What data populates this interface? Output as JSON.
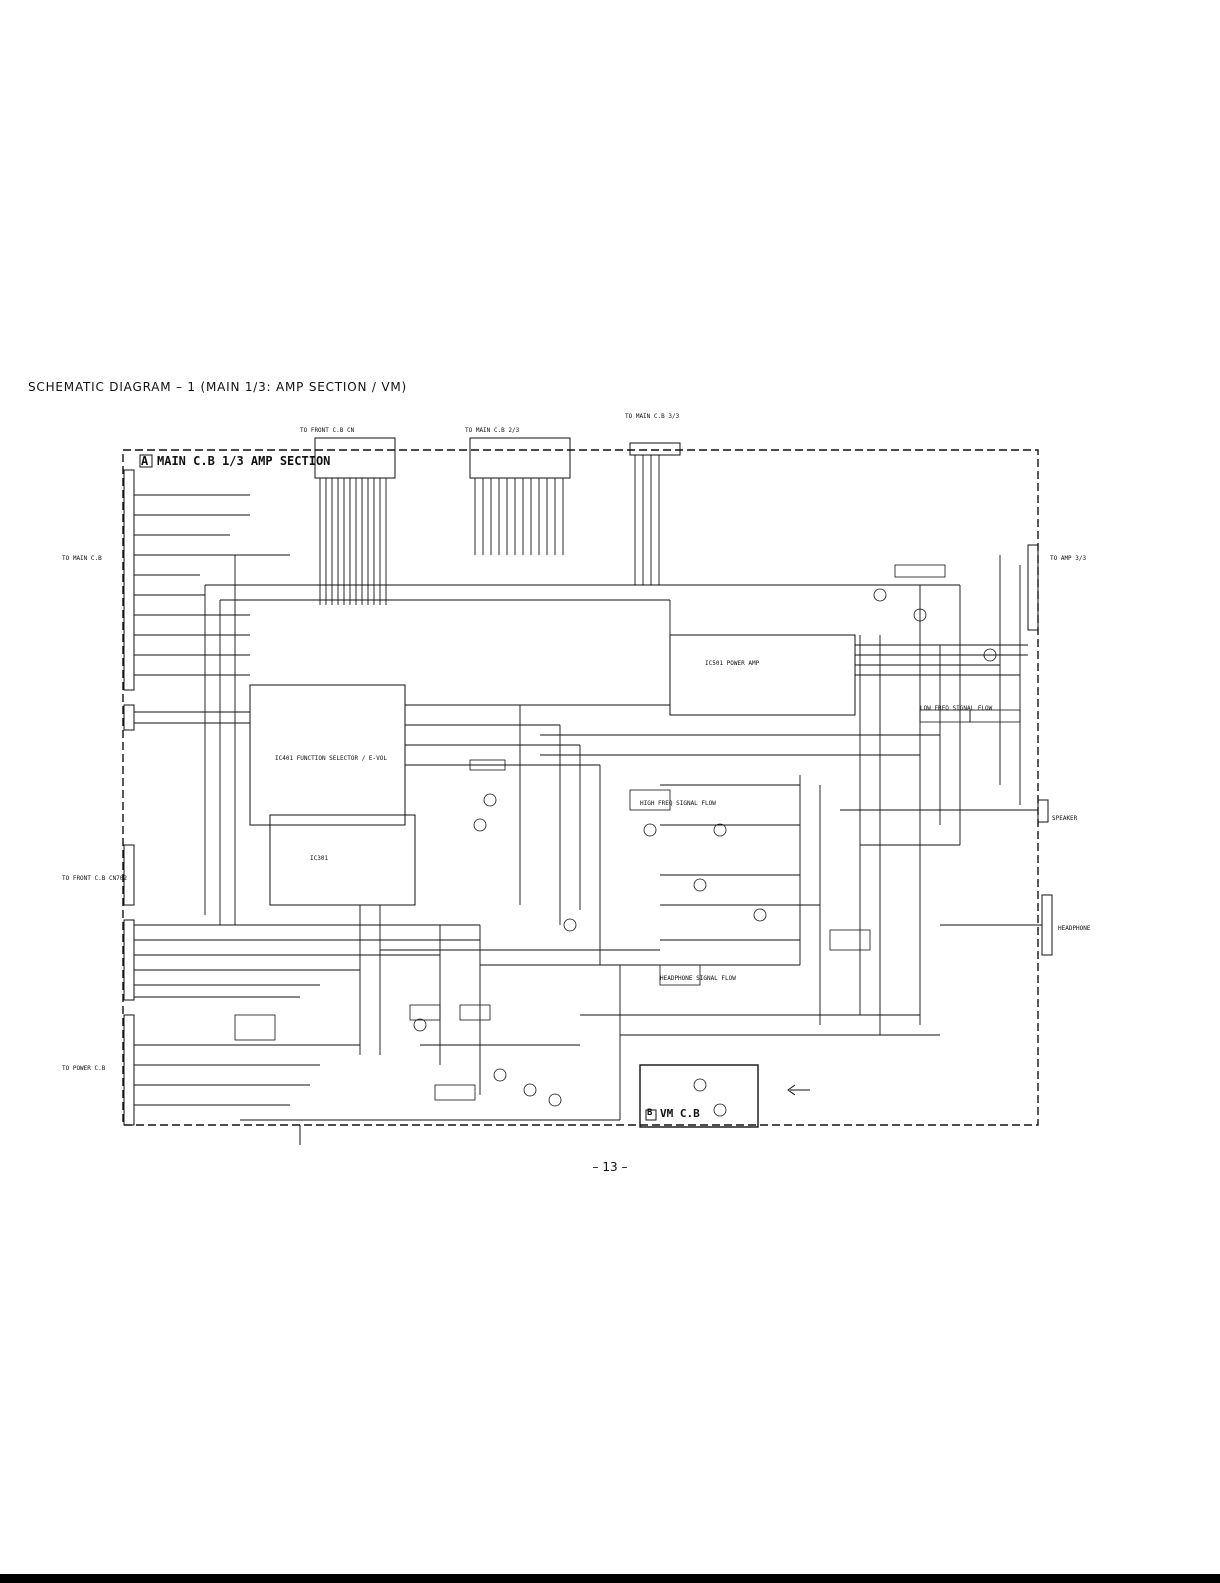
{
  "caption": "SCHEMATIC DIAGRAM – 1 (MAIN 1/3: AMP SECTION / VM)",
  "page_number": "– 13 –",
  "blocks": {
    "main": "MAIN C.B 1/3  AMP SECTION",
    "main_letter": "A",
    "vm": "VM C.B",
    "vm_letter": "B"
  },
  "connector_headers": [
    "TO FRONT C.B CN",
    "TO MAIN C.B 2/3",
    "TO MAIN C.B 3/3"
  ],
  "left_labels": [
    "TO MAIN C.B",
    "TO FRONT C.B CN702",
    "TO POWER C.B"
  ],
  "ic_labels": [
    "IC401  FUNCTION SELECTOR / E-VOL",
    "IC501  POWER AMP",
    "IC301"
  ],
  "right_labels": [
    "TO AMP 3/3",
    "SPEAKER",
    "HEADPHONE"
  ],
  "notes": [
    "HIGH FREQ SIGNAL FLOW",
    "LOW FREQ SIGNAL FLOW",
    "HEADPHONE SIGNAL FLOW"
  ],
  "colors": {
    "ink": "#111111",
    "paper": "#ffffff"
  }
}
